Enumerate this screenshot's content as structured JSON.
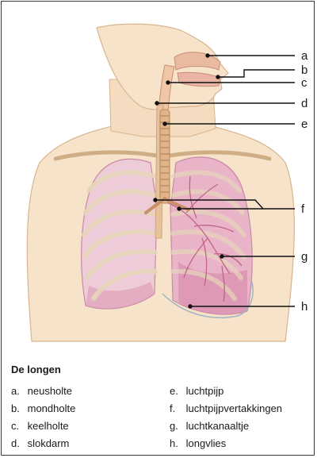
{
  "legend": {
    "title": "De longen",
    "items": [
      {
        "key": "a.",
        "label": "neusholte"
      },
      {
        "key": "b.",
        "label": "mondholte"
      },
      {
        "key": "c.",
        "label": "keelholte"
      },
      {
        "key": "d.",
        "label": "slokdarm"
      },
      {
        "key": "e.",
        "label": "luchtpijp"
      },
      {
        "key": "f.",
        "label": "luchtpijpvertakkingen"
      },
      {
        "key": "g.",
        "label": "luchtkanaaltje"
      },
      {
        "key": "h.",
        "label": "longvlies"
      }
    ]
  },
  "callouts": [
    "a",
    "b",
    "c",
    "d",
    "e",
    "f",
    "g",
    "h"
  ],
  "colors": {
    "skin": "#f6e3c9",
    "skin_outline": "#d9b48f",
    "lung_left": "#eecbd8",
    "lung_right": "#e9b3c8",
    "lung_deep": "#d98fae",
    "bone": "#f4ead8",
    "trachea": "#e2b48a"
  }
}
